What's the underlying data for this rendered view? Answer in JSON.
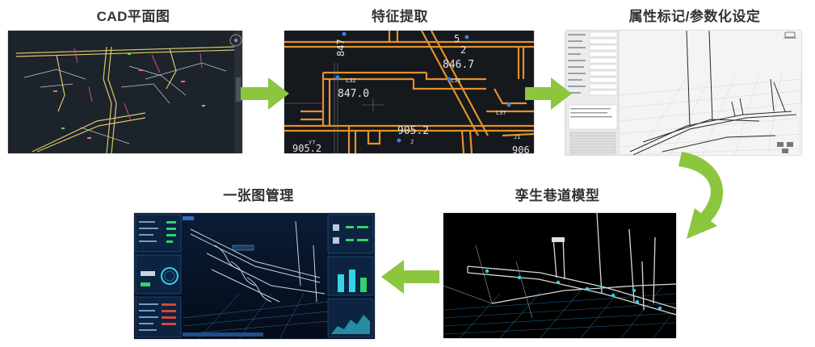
{
  "colors": {
    "arrow": "#8cc63f",
    "cad_bg": "#1d232a",
    "feature_bg": "#15181d",
    "feature_line": "#e3912d",
    "model_bg": "#000000",
    "mgmt_bg": "#07142a",
    "accent_cyan": "#36d3e6"
  },
  "stages": {
    "cad": {
      "title": "CAD平面图"
    },
    "feature": {
      "title": "特征提取",
      "labels": [
        "847",
        "846.7",
        "847.0",
        "905.2",
        "905.2",
        "L32",
        "L31",
        "L37",
        "Y7",
        "J1",
        "J",
        "906",
        "2",
        "5"
      ]
    },
    "attribute": {
      "title": "属性标记/参数化设定"
    },
    "model": {
      "title": "孪生巷道模型"
    },
    "management": {
      "title": "一张图管理"
    }
  }
}
